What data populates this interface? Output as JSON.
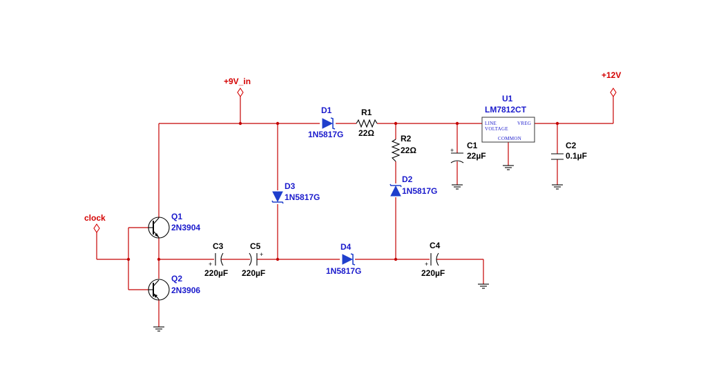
{
  "colors": {
    "wire": "#c40000",
    "port_label": "#d40000",
    "part_label": "#1a1acc",
    "value_label": "#000000",
    "diode": "#1f3fcc"
  },
  "ports": {
    "vin": "+9V_in",
    "vout": "+12V",
    "clock": "clock"
  },
  "components": {
    "d1": {
      "ref": "D1",
      "value": "1N5817G"
    },
    "d2": {
      "ref": "D2",
      "value": "1N5817G"
    },
    "d3": {
      "ref": "D3",
      "value": "1N5817G"
    },
    "d4": {
      "ref": "D4",
      "value": "1N5817G"
    },
    "r1": {
      "ref": "R1",
      "value": "22Ω"
    },
    "r2": {
      "ref": "R2",
      "value": "22Ω"
    },
    "c1": {
      "ref": "C1",
      "value": "22µF"
    },
    "c2": {
      "ref": "C2",
      "value": "0.1µF"
    },
    "c3": {
      "ref": "C3",
      "value": "220µF"
    },
    "c4": {
      "ref": "C4",
      "value": "220µF"
    },
    "c5": {
      "ref": "C5",
      "value": "220µF"
    },
    "q1": {
      "ref": "Q1",
      "value": "2N3904"
    },
    "q2": {
      "ref": "Q2",
      "value": "2N3906"
    },
    "u1": {
      "ref": "U1",
      "value": "LM7812CT",
      "pin_line": "LINE",
      "pin_voltage": "VOLTAGE",
      "pin_vreg": "VREG",
      "pin_common": "COMMON"
    }
  },
  "polarity_marks": {
    "plus": "+"
  },
  "icons": {
    "ground": "ground-icon",
    "port": "port-diamond-icon"
  }
}
